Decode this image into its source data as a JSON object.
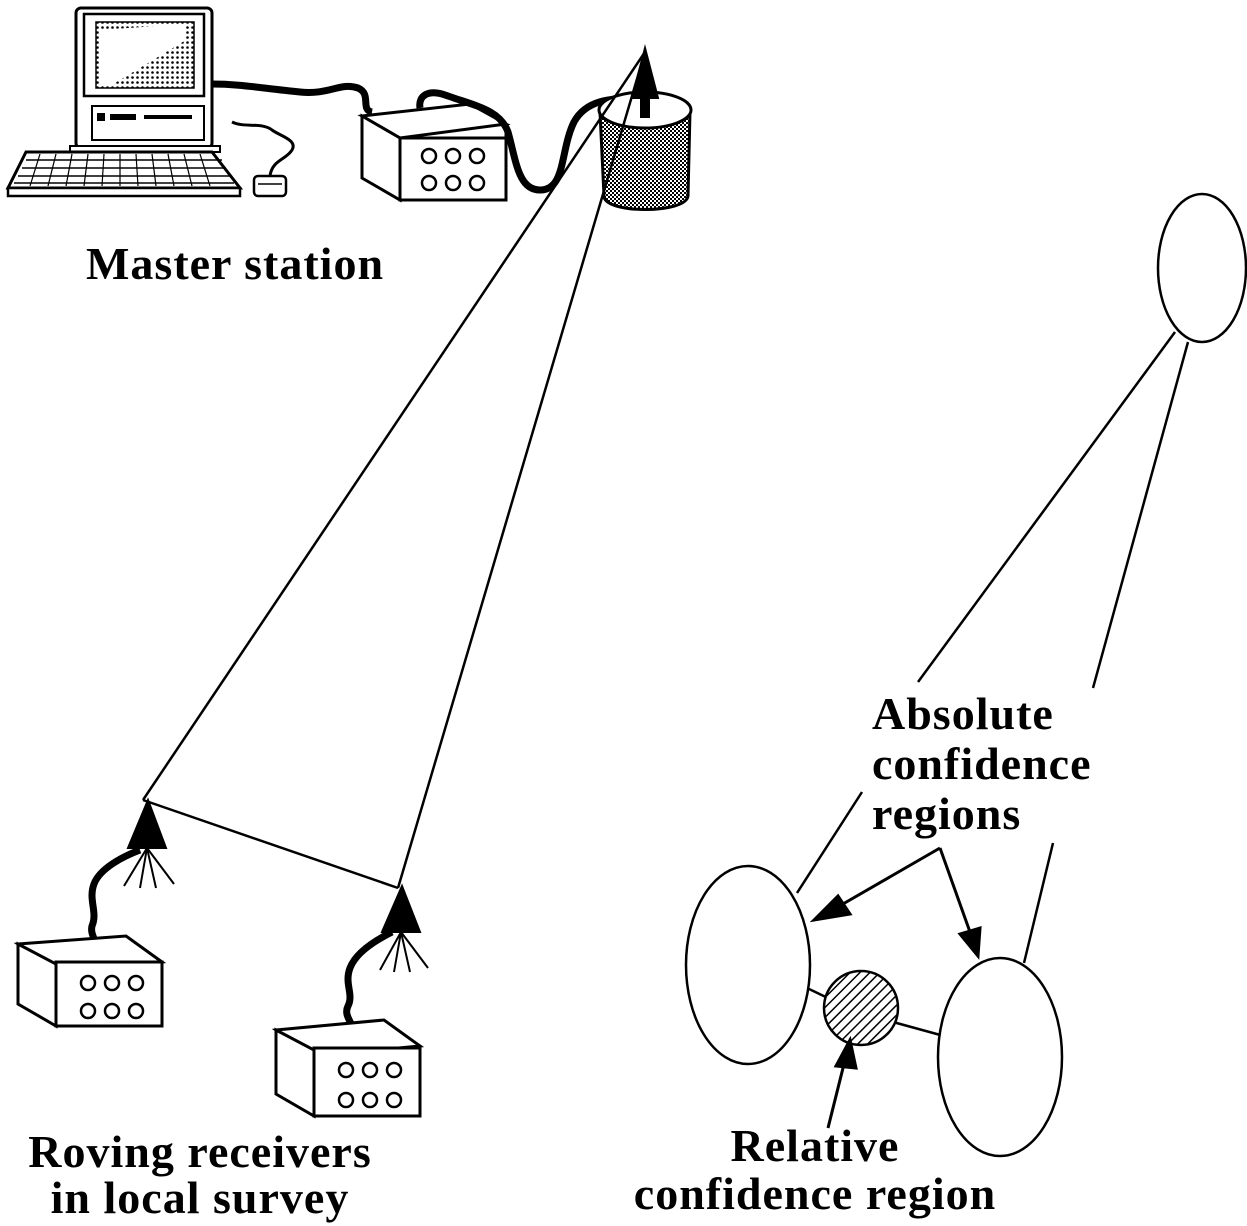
{
  "labels": {
    "master_station": "Master station",
    "roving_line1": "Roving receivers",
    "roving_line2": "in local survey",
    "absolute_line1": "Absolute",
    "absolute_line2": "confidence",
    "absolute_line3": "regions",
    "relative_line1": "Relative",
    "relative_line2": "confidence region"
  },
  "colors": {
    "ink": "#000000",
    "background": "#ffffff",
    "antenna_fill": "#9a9a9a"
  }
}
